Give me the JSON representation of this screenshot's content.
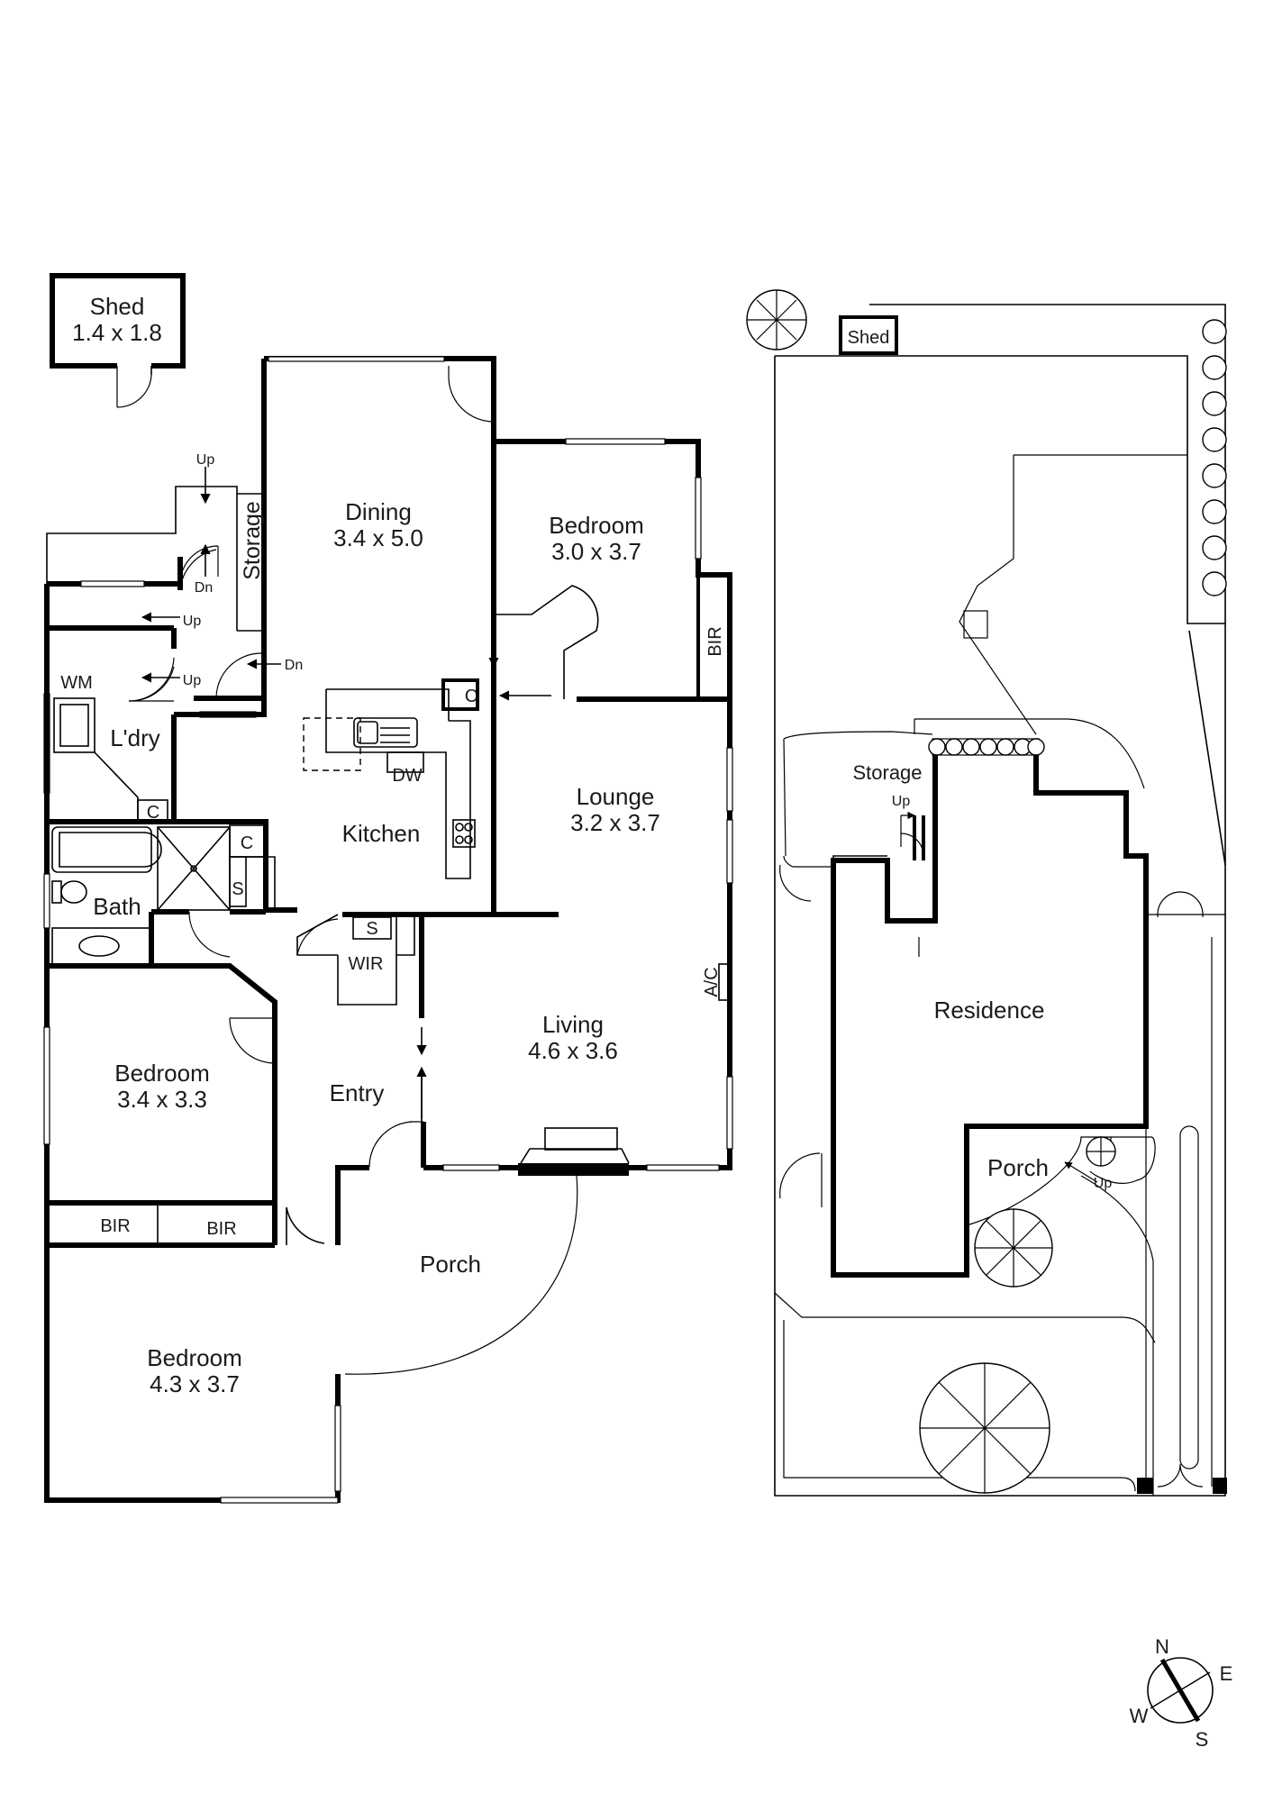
{
  "plan": {
    "shed": {
      "name": "Shed",
      "size": "1.4 x 1.8"
    },
    "dining": {
      "name": "Dining",
      "size": "3.4 x 5.0"
    },
    "bedroom_ne": {
      "name": "Bedroom",
      "size": "3.0 x 3.7"
    },
    "lounge": {
      "name": "Lounge",
      "size": "3.2 x 3.7"
    },
    "living": {
      "name": "Living",
      "size": "4.6 x 3.6"
    },
    "bedroom_w": {
      "name": "Bedroom",
      "size": "3.4 x 3.3"
    },
    "bedroom_sw": {
      "name": "Bedroom",
      "size": "4.3 x 3.7"
    },
    "kitchen": "Kitchen",
    "laundry": "L'dry",
    "bath": "Bath",
    "entry": "Entry",
    "porch": "Porch",
    "storage": "Storage",
    "wir": "WIR",
    "bir": "BIR",
    "wm": "WM",
    "dw": "DW",
    "ac": "A/C",
    "c": "C",
    "s": "S",
    "up": "Up",
    "dn": "Dn"
  },
  "site": {
    "shed": "Shed",
    "storage": "Storage",
    "up": "Up",
    "residence": "Residence",
    "porch": "Porch"
  },
  "compass": {
    "n": "N",
    "e": "E",
    "s": "S",
    "w": "W"
  }
}
